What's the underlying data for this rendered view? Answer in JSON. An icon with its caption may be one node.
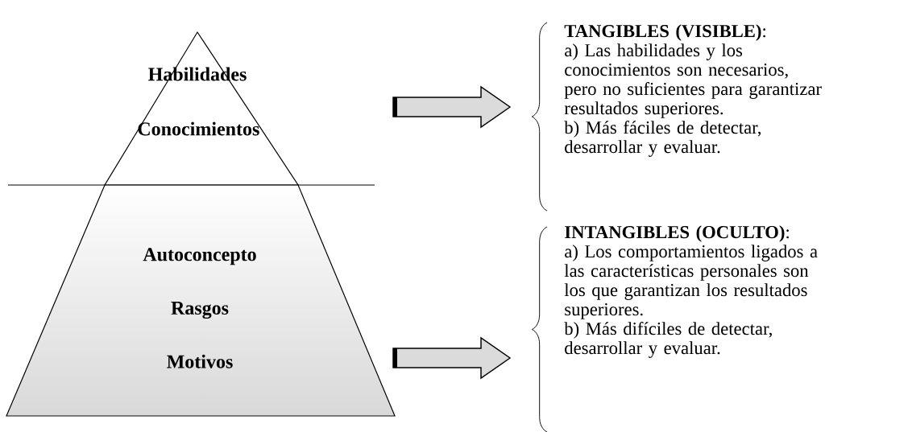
{
  "diagram": {
    "nodes": [
      {
        "text": [
          "Habilidades",
          "Conocimientos"
        ]
      },
      {
        "text": [
          "Autoconcepto",
          "Rasgos",
          "Motivos"
        ]
      },
      {
        "text": [
          "**TANGIBLES (VISIBLE)**:",
          "a) Las habilidades y los conocimientos son necesarios, pero no suficientes para garantizar resultados superiores.",
          "b) Más fáciles de detectar, desarrollar y evaluar."
        ]
      },
      {
        "text": [
          "**INTANGIBLES (OCULTO)**:",
          "a) Los comportamientos ligados a las características personales son los que garantizan los resultados superiores.",
          "b) Más difíciles de detectar, desarrollar y evaluar."
        ]
      }
    ],
    "edges": [
      {
        "from": null,
        "to": 2,
        "arrow": "to"
      },
      {
        "from": null,
        "to": 3,
        "arrow": "to"
      }
    ]
  }
}
